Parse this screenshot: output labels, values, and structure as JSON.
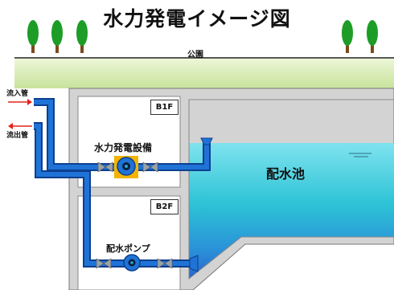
{
  "title": "水力発電イメージ図",
  "park_label": "公園",
  "inflow_label": "流入管",
  "outflow_label": "流出管",
  "floors": {
    "b1f": "B1F",
    "b2f": "B2F"
  },
  "equipment_label": "水力発電設備",
  "pump_label": "配水ポンプ",
  "reservoir_label": "配水池",
  "colors": {
    "pipe": "#1f73d6",
    "pipe_outline": "#0d3f8f",
    "water": "#35c9d9",
    "grass": "#d7ecb4",
    "concrete": "#d3d3d3",
    "tree": "#1d9d28",
    "arrow": "#e4231b",
    "turbine_box": "#f2b400"
  },
  "icons": [
    "tree-icon",
    "turbine-icon",
    "pump-icon",
    "valve-icon",
    "arrow-icon"
  ]
}
